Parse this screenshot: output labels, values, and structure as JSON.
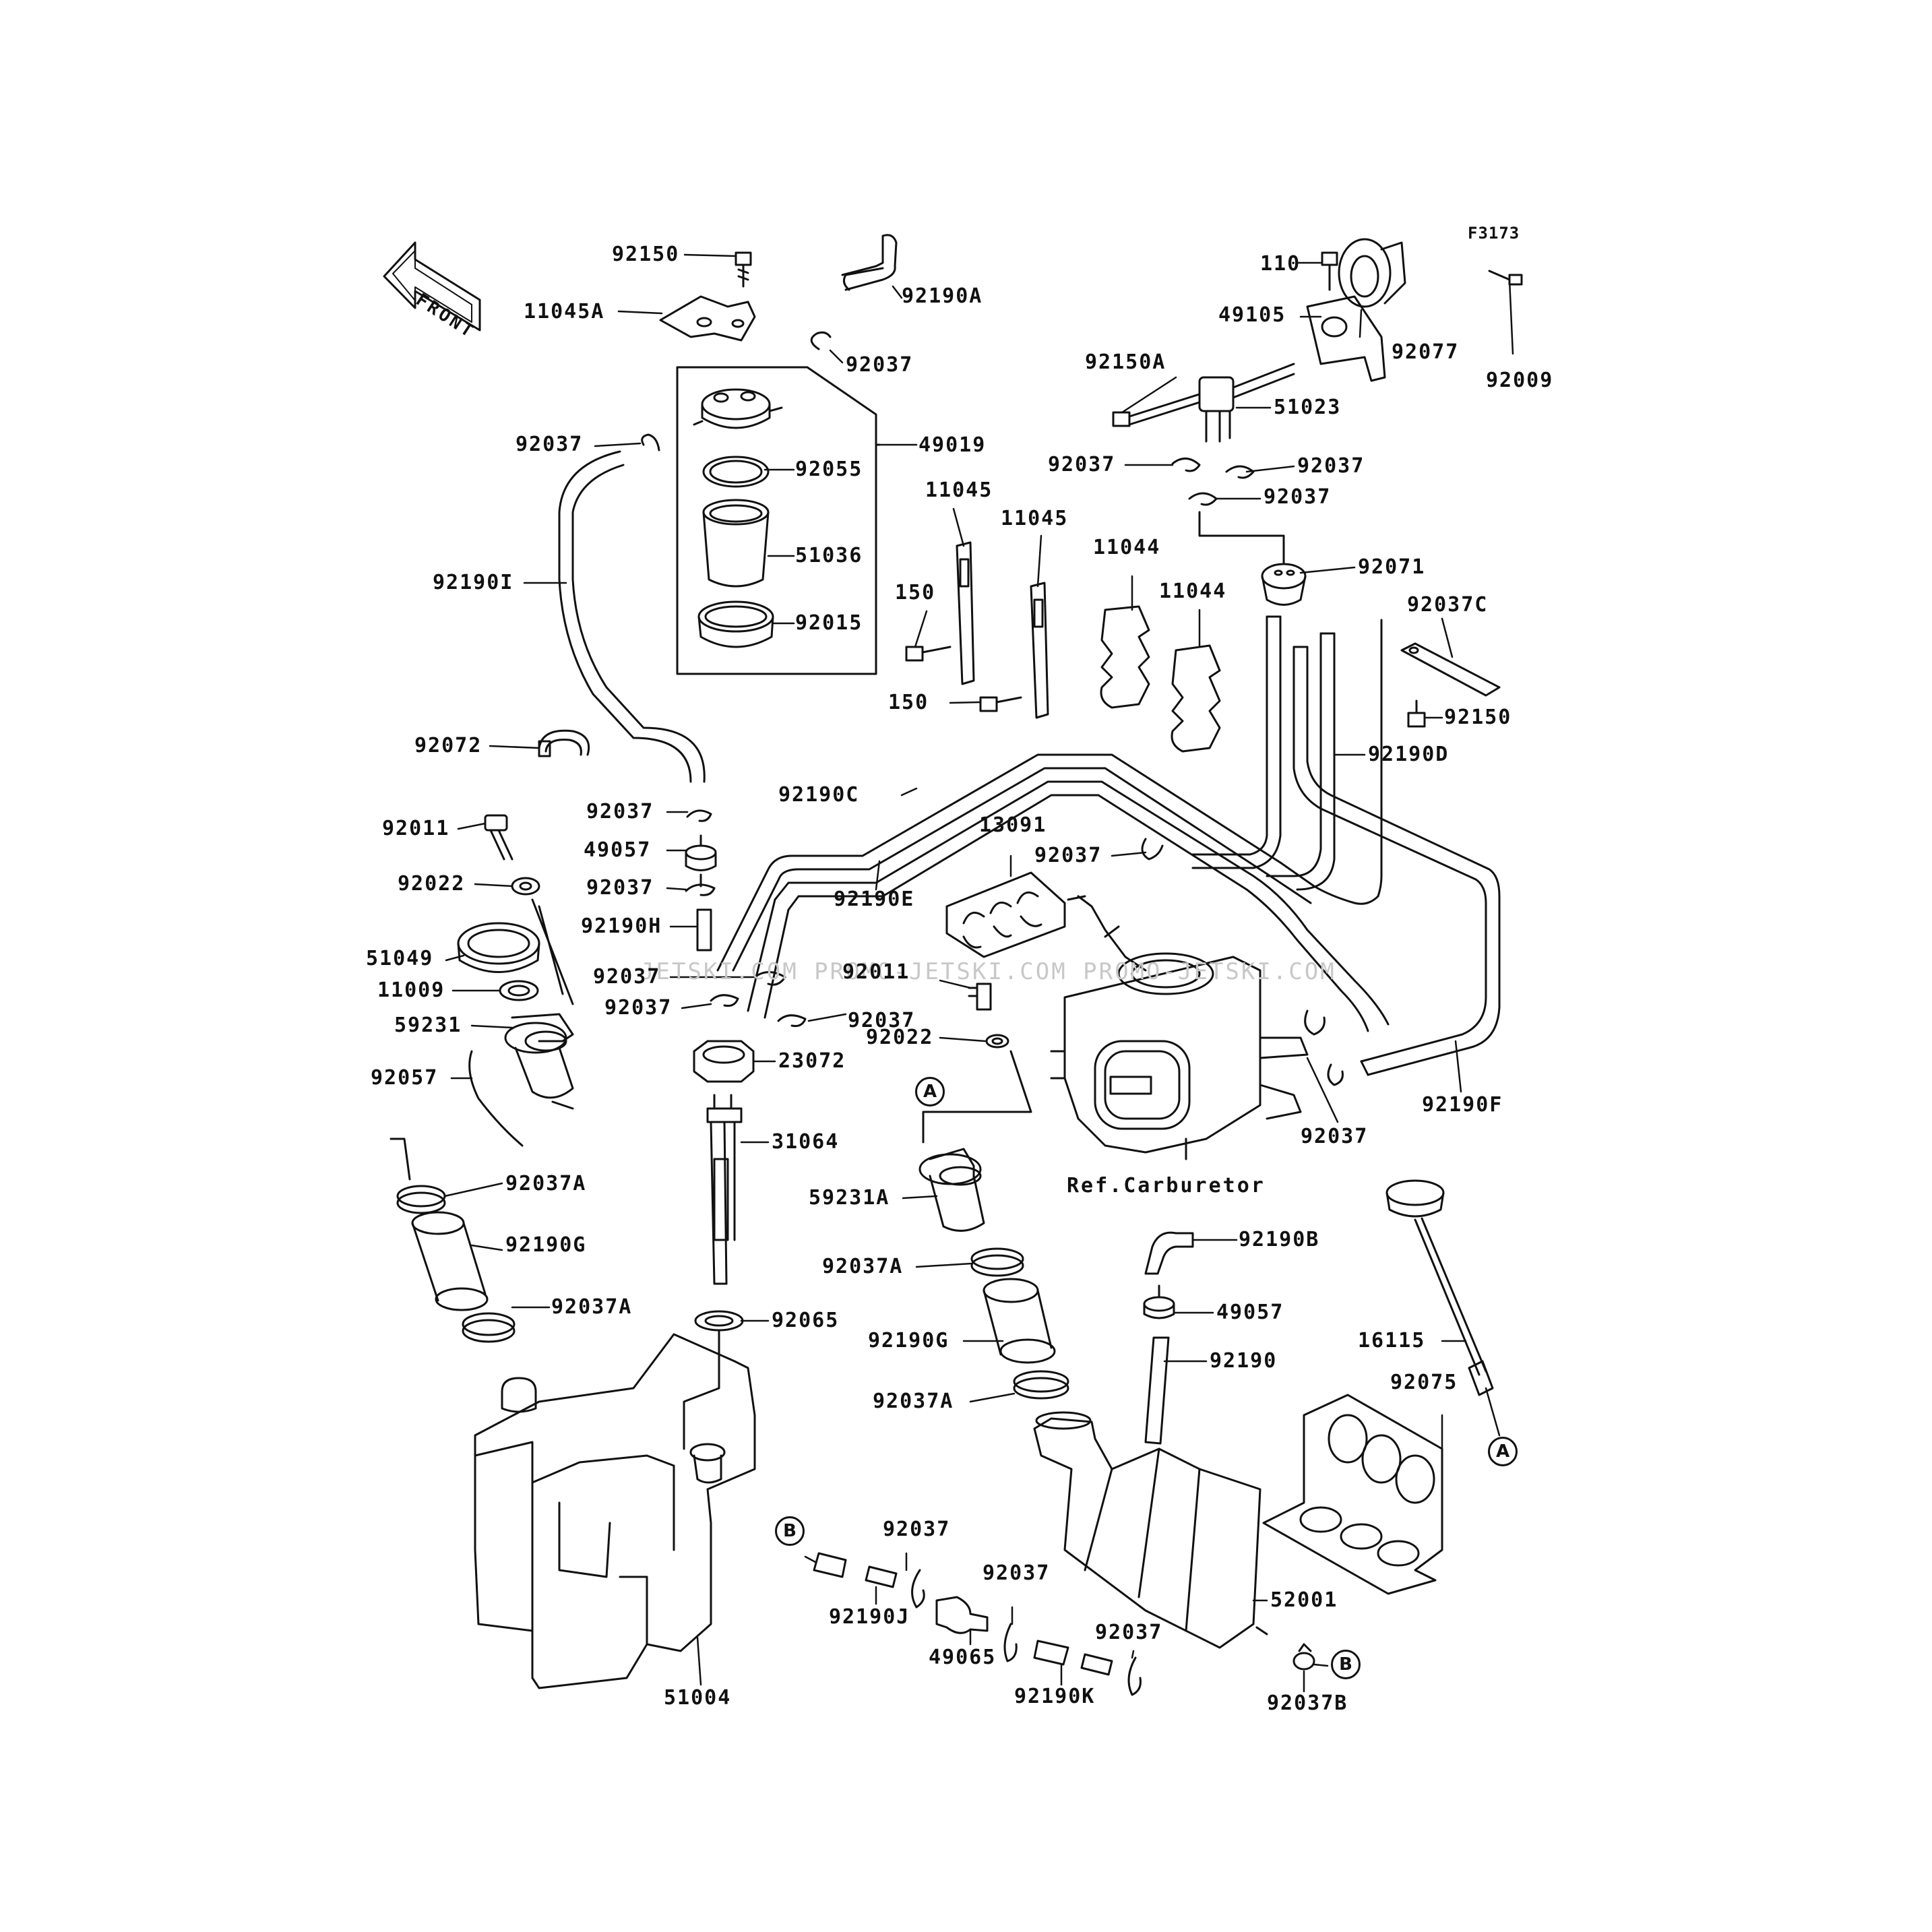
{
  "figure_code": "F3173",
  "front_arrow_label": "FRONT",
  "watermark": "JETSKI.COM  PROMO-JETSKI.COM  PROMO-JETSKI.COM",
  "reference_label": "Ref.Carburetor",
  "callouts": [
    "A",
    "A",
    "B",
    "B"
  ],
  "part_numbers": [
    "92150",
    "11045A",
    "92190A",
    "92037",
    "49019",
    "92055",
    "51036",
    "92015",
    "92037",
    "92190I",
    "92072",
    "110",
    "49105",
    "92077",
    "92009",
    "92150A",
    "51023",
    "92037",
    "92037",
    "92037",
    "92071",
    "11045",
    "11045",
    "150",
    "150",
    "11044",
    "11044",
    "92037C",
    "92150",
    "92190D",
    "92190C",
    "92190E",
    "13091",
    "92037",
    "92011",
    "92022",
    "51049",
    "11009",
    "59231",
    "92057",
    "92037",
    "49057",
    "92037",
    "92190H",
    "92037",
    "92037",
    "92011",
    "92037",
    "92022",
    "23072",
    "31064",
    "59231A",
    "92037A",
    "92190G",
    "92037A",
    "92065",
    "92037A",
    "92190G",
    "92037A",
    "92190B",
    "49057",
    "92190",
    "16115",
    "92075",
    "92037",
    "92190F",
    "51004",
    "92190J",
    "92037",
    "49065",
    "92037",
    "92190K",
    "92037",
    "52001",
    "92037B"
  ]
}
